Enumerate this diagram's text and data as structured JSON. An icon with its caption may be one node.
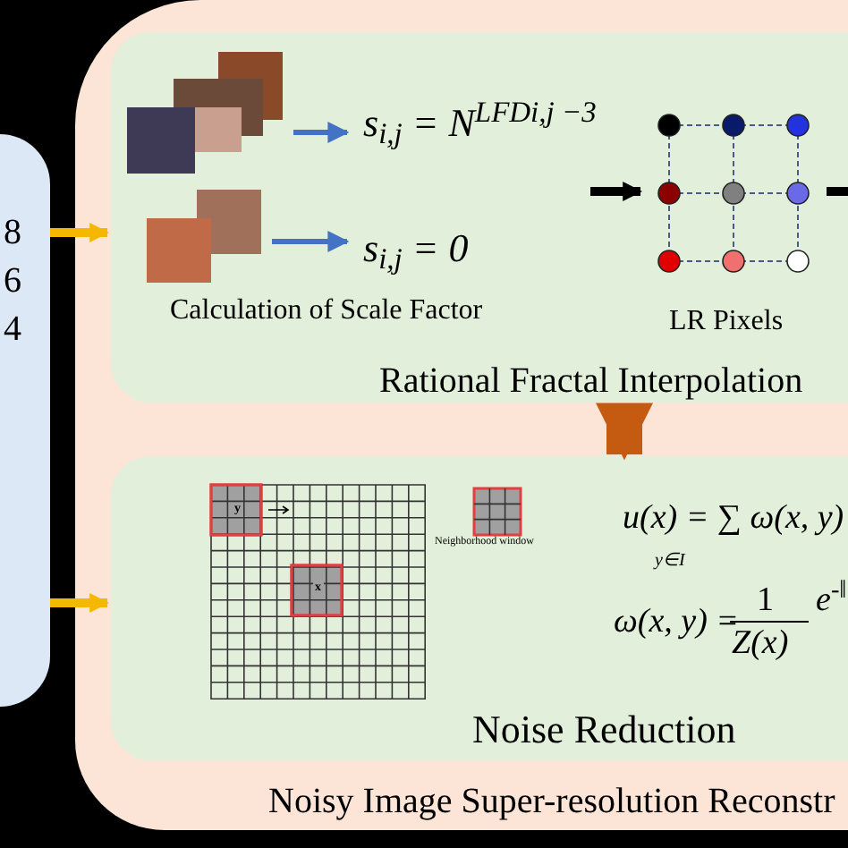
{
  "diagram": {
    "nodes": [
      {
        "text": [
          "8",
          "6",
          "4"
        ]
      },
      {
        "text": [
          "Noisy Image Super-resolution Reconstr"
        ]
      },
      {
        "text": [
          "Rational Fractal Interpolation"
        ],
        "in": 1
      },
      {
        "text": [],
        "shape": "picture",
        "in": 2
      },
      {
        "text": [
          "s$_{i,j}$ = N$^{LFDi,j −3}$"
        ],
        "in": 2
      },
      {
        "text": [],
        "shape": "picture",
        "in": 2
      },
      {
        "text": [
          "s$_{i,j}$ = 0"
        ],
        "in": 2
      },
      {
        "text": [],
        "shape": "picture",
        "in": 2,
        "beside": [
          "LR Pixels"
        ]
      },
      {
        "text": [
          "Noise Reduction"
        ],
        "in": 1
      }
    ],
    "edges": [
      {
        "from": 0,
        "to": 2,
        "arrow": "to",
        "color": "#f5b800"
      },
      {
        "from": 0,
        "to": 8,
        "arrow": "to",
        "color": "#f5b800"
      },
      {
        "from": 3,
        "to": 4,
        "arrow": "to",
        "color": "#4472c4"
      },
      {
        "from": 5,
        "to": 6,
        "arrow": "to",
        "color": "#4472c4"
      },
      {
        "from": null,
        "to": 7,
        "arrow": "to",
        "color": "#000000"
      },
      {
        "from": 7,
        "to": null,
        "arrow": "none",
        "color": "#000000"
      },
      {
        "from": 2,
        "to": 8,
        "arrow": "to",
        "style": "thick",
        "color": "#c55a11"
      }
    ],
    "labels": [
      "Calculation of Scale Factor",
      "y",
      "x",
      "Neighborhood window",
      "u(x) = ∑ ω(x, y)",
      "y∈I",
      "ω(x, y) =",
      "1",
      "Z(x)",
      "e$^{-‖}$"
    ]
  }
}
